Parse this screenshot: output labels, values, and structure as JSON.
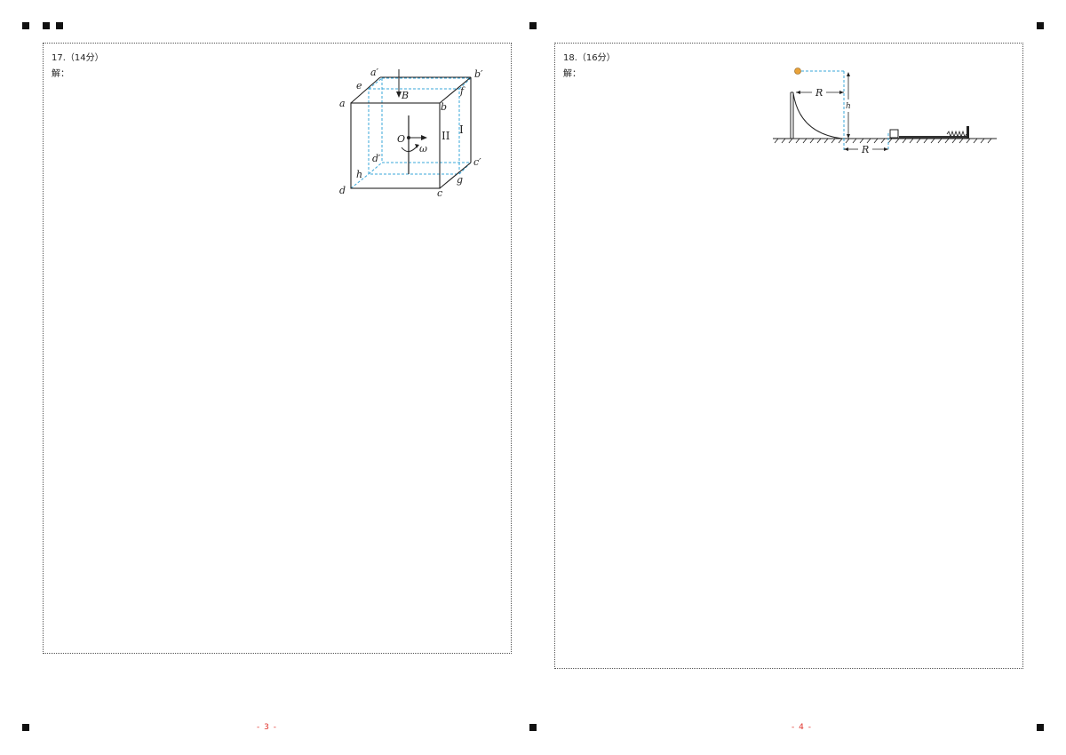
{
  "left_page": {
    "question_number": "17.（14分）",
    "answer_label": "解：",
    "page_label": "- 3 -",
    "figure_labels": {
      "a": "a",
      "a_prime": "a′",
      "b": "b",
      "b_prime": "b′",
      "c": "c",
      "c_prime": "c′",
      "d": "d",
      "d_prime": "d′",
      "e": "e",
      "f": "f",
      "g": "g",
      "h": "h",
      "B": "B",
      "O": "O",
      "omega": "ω",
      "region_I": "I",
      "region_II": "II"
    }
  },
  "right_page": {
    "question_number": "18.（16分）",
    "answer_label": "解：",
    "page_label": "- 4 -",
    "figure_labels": {
      "R_top": "R",
      "h": "h",
      "R_bottom": "R"
    }
  },
  "colors": {
    "dashed_cyan": "#3aa7d8",
    "ball": "#e8a23a",
    "page_number": "#e0312a"
  }
}
